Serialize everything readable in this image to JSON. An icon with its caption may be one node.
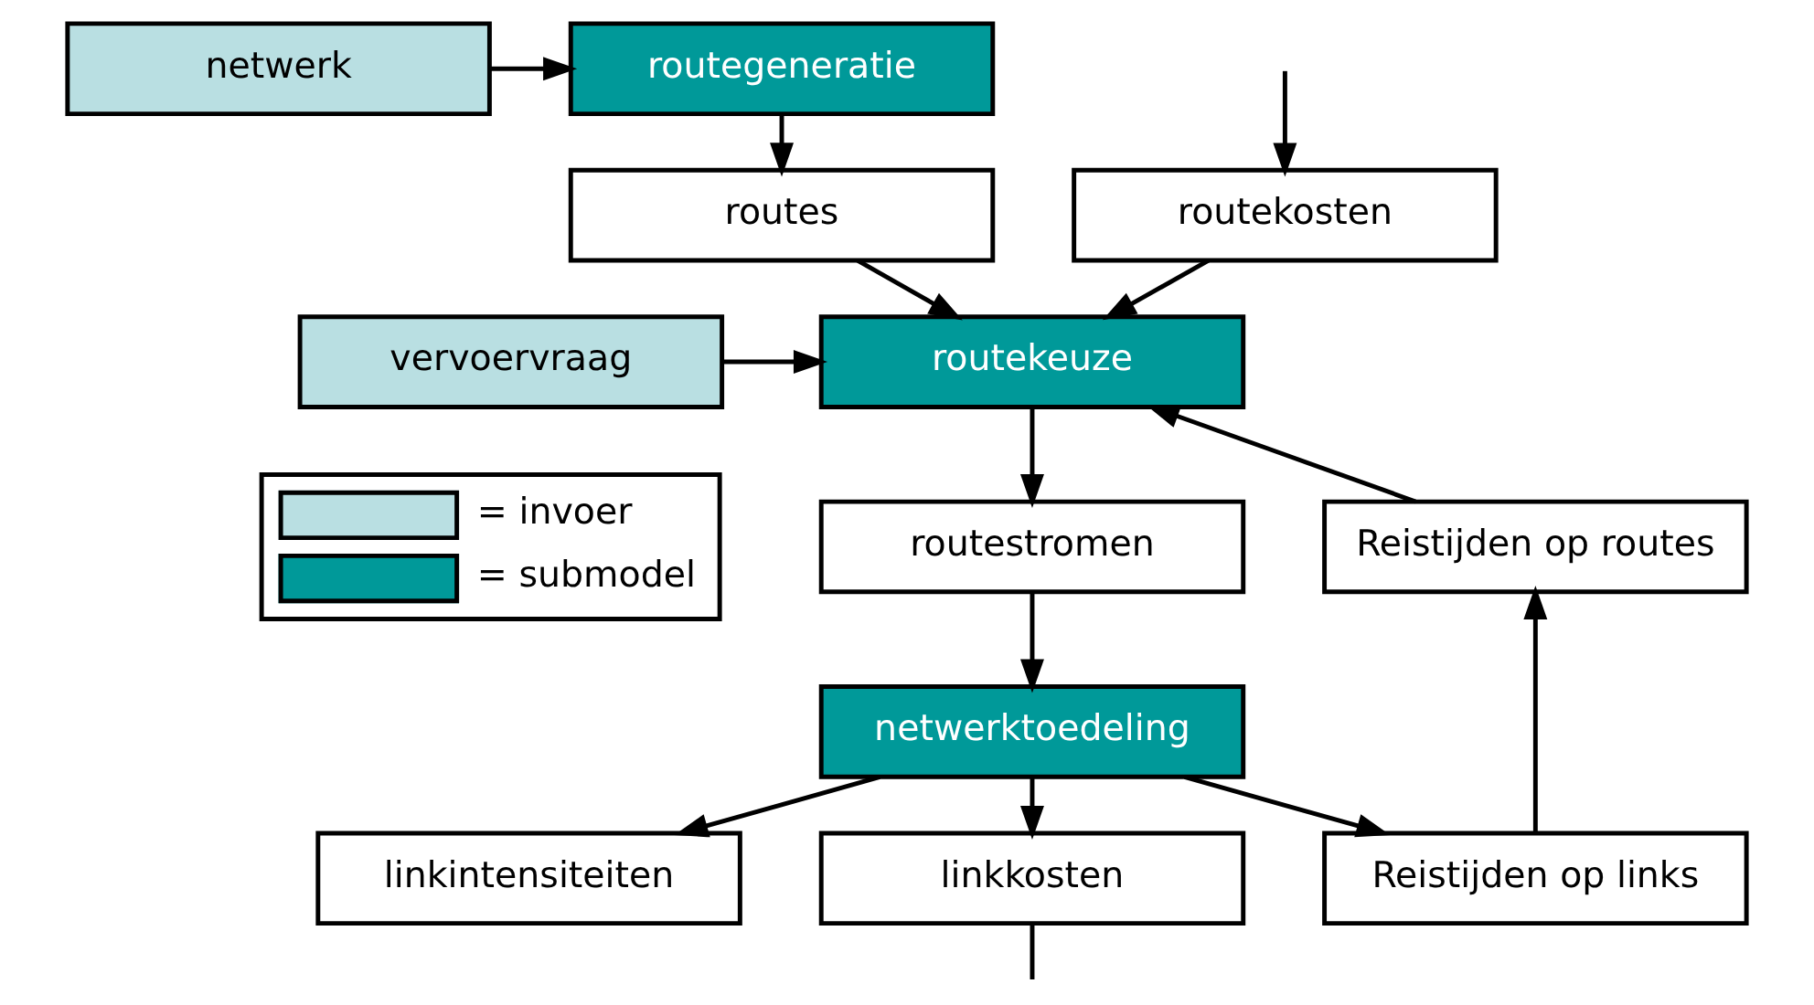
{
  "diagram": {
    "nodes": [
      {
        "text": [
          "netwerk"
        ]
      },
      {
        "text": [
          "routegeneratie"
        ]
      },
      {
        "text": [
          "routes"
        ]
      },
      {
        "text": [
          "routekosten"
        ]
      },
      {
        "text": [
          "vervoervraag"
        ]
      },
      {
        "text": [
          "routekeuze"
        ]
      },
      {
        "text": [
          "routestromen"
        ]
      },
      {
        "text": [
          "Reistijden op routes"
        ]
      },
      {
        "text": [
          "netwerktoedeling"
        ]
      },
      {
        "text": [
          "Reistijden op links"
        ]
      },
      {
        "text": [
          "linkintensiteiten"
        ]
      },
      {
        "text": [
          "linkkosten"
        ]
      }
    ],
    "edges": [
      {
        "from": 0,
        "to": 1,
        "arrow": "to"
      },
      {
        "from": 1,
        "to": 2,
        "arrow": "to"
      },
      {
        "from": null,
        "to": 3,
        "arrow": "to"
      },
      {
        "from": 2,
        "to": 5,
        "arrow": "to"
      },
      {
        "from": 3,
        "to": 5,
        "arrow": "to"
      },
      {
        "from": 4,
        "to": 5,
        "arrow": "to"
      },
      {
        "from": 7,
        "to": 5,
        "arrow": "to"
      },
      {
        "from": 5,
        "to": 6,
        "arrow": "to"
      },
      {
        "from": 6,
        "to": 8,
        "arrow": "to"
      },
      {
        "from": 9,
        "to": 7,
        "arrow": "to"
      },
      {
        "from": 8,
        "to": 10,
        "arrow": "to"
      },
      {
        "from": 8,
        "to": 9,
        "arrow": "to"
      },
      {
        "from": 8,
        "to": 11,
        "arrow": "to"
      },
      {
        "from": 11,
        "to": null,
        "arrow": "none"
      }
    ],
    "legend": [
      {
        "text": "= invoer",
        "color": "#b9dfe2"
      },
      {
        "text": "= submodel",
        "color": "#009999"
      }
    ]
  }
}
